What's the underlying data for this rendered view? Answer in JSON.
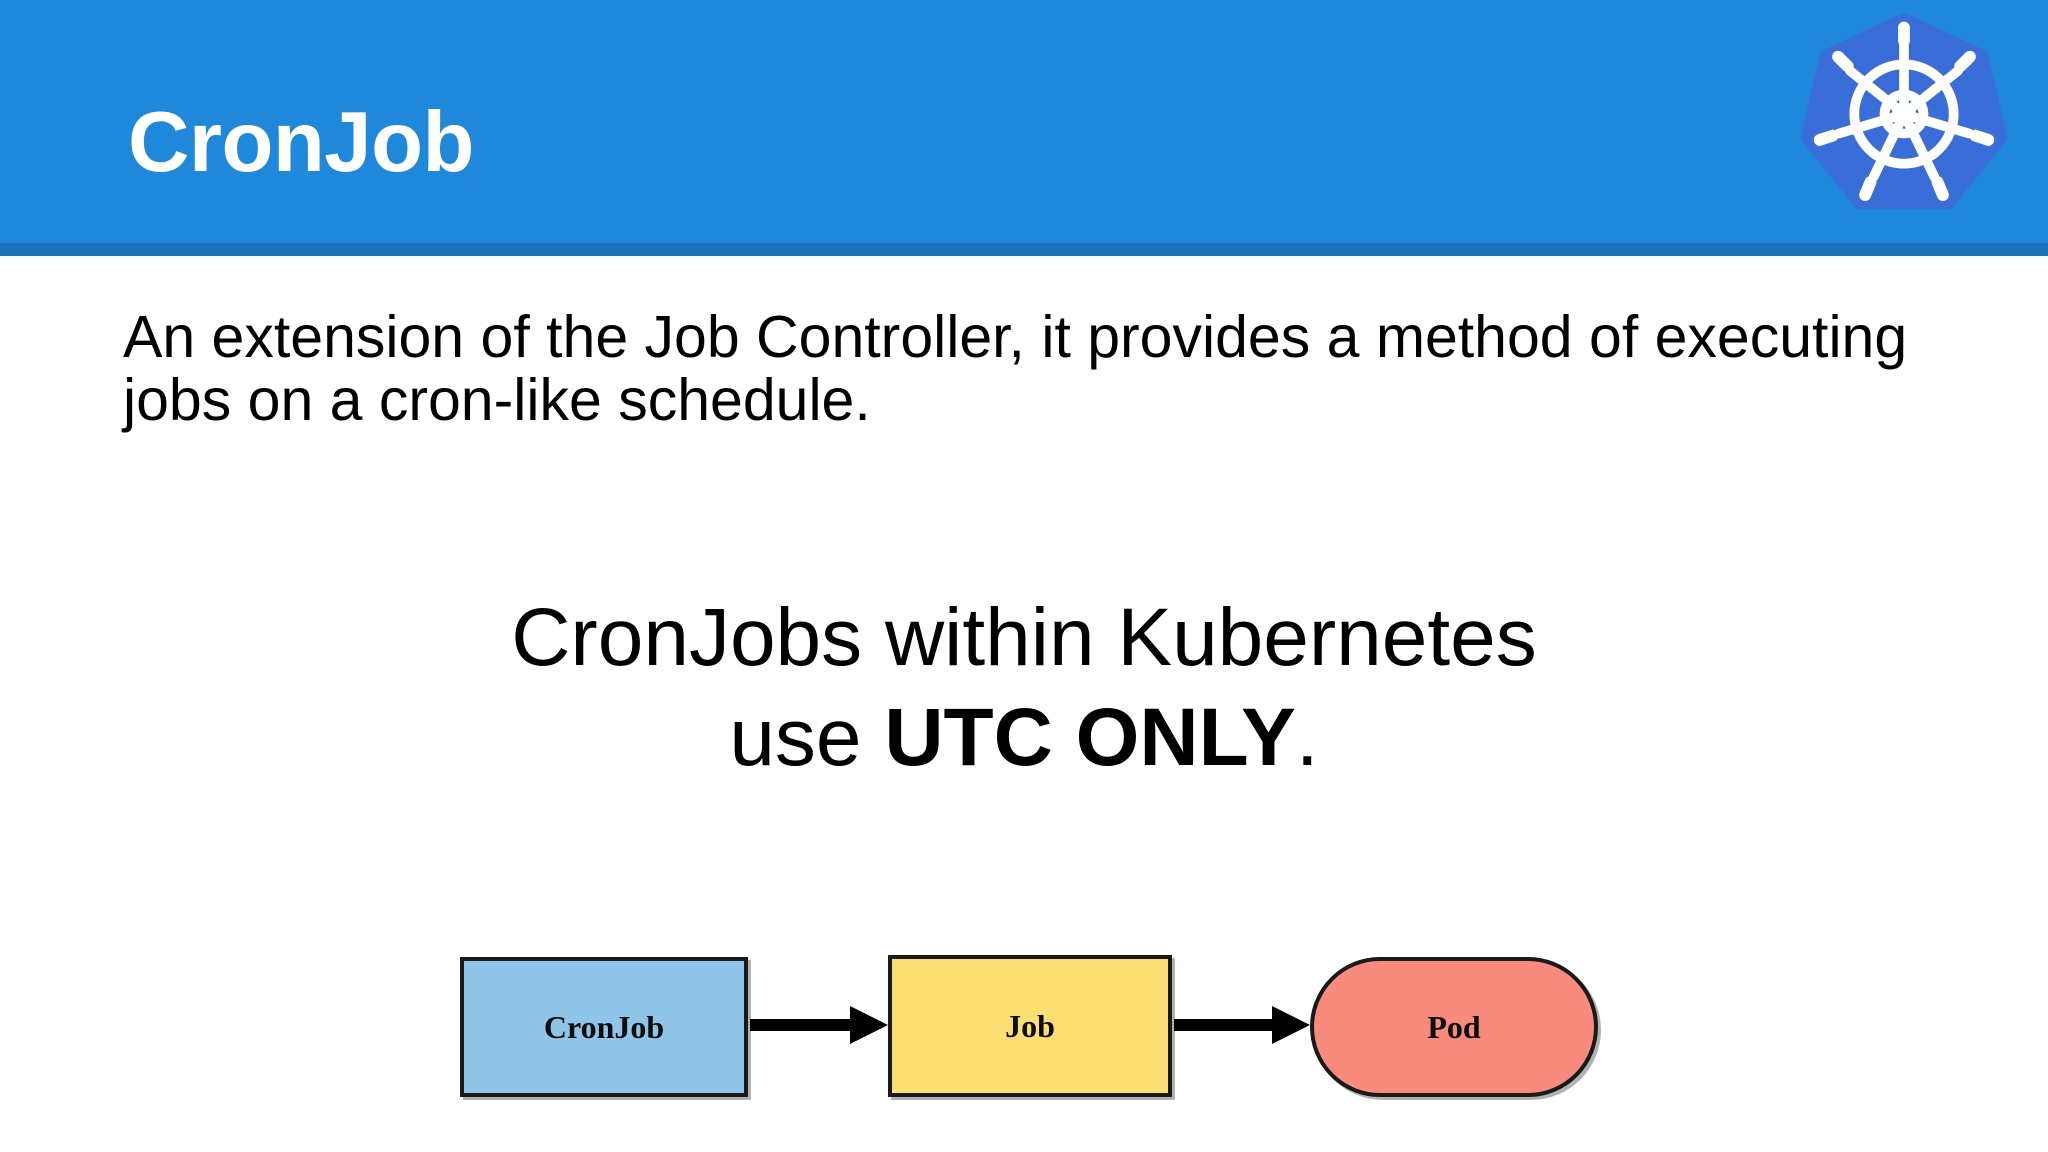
{
  "slide": {
    "title": "CronJob",
    "header_bg": "#2088DA",
    "header_underline": "#1C72B8",
    "logo": {
      "name": "kubernetes-logo",
      "badge_color": "#3A6DD8",
      "wheel_color": "#FFFFFF"
    },
    "body_paragraph": "An extension of the Job Controller, it provides a method of executing jobs on a cron-like schedule.",
    "callout": {
      "line1": "CronJobs within Kubernetes",
      "line2_prefix": "use ",
      "line2_emphasis": "UTC ONLY",
      "line2_suffix": "."
    },
    "diagram": {
      "type": "flow",
      "nodes": [
        {
          "id": "cronjob",
          "label": "CronJob",
          "shape": "rect",
          "fill": "#8FC5E9",
          "stroke": "#1a1a1a"
        },
        {
          "id": "job",
          "label": "Job",
          "shape": "rect",
          "fill": "#FCDF72",
          "stroke": "#1a1a1a"
        },
        {
          "id": "pod",
          "label": "Pod",
          "shape": "stadium",
          "fill": "#F98B7E",
          "stroke": "#1a1a1a"
        }
      ],
      "edges": [
        {
          "from": "cronjob",
          "to": "job",
          "style": "arrow"
        },
        {
          "from": "job",
          "to": "pod",
          "style": "arrow"
        }
      ]
    }
  }
}
